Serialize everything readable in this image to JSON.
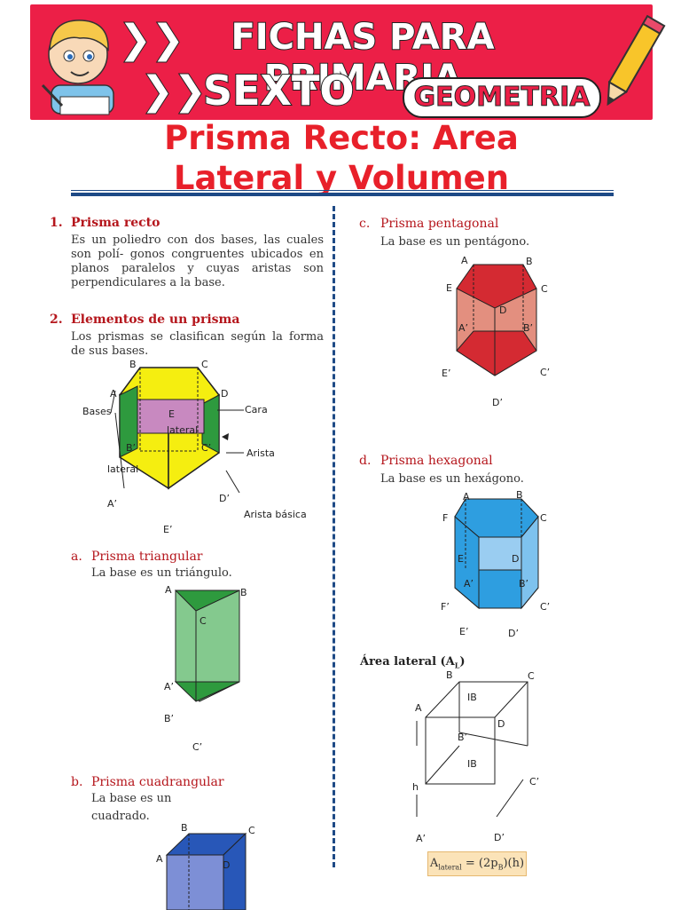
{
  "banner": {
    "line1": "FICHAS PARA PRIMARIA",
    "line2": "SEXTO",
    "tag": "GEOMETRIA",
    "chevrons": "❯❯"
  },
  "title": {
    "line1": "Prisma Recto: Area",
    "line2": "Lateral y Volumen"
  },
  "colors": {
    "banner": "#ec1f47",
    "title": "#e8202a",
    "rule": "#1e4a86",
    "heading": "#b5161c"
  },
  "left": {
    "s1": {
      "num": "1.",
      "heading": "Prisma recto",
      "text": "Es un poliedro con dos bases, las cuales son polí- gonos congruentes ubicados en planos paralelos y cuyas aristas son perpendiculares a la base."
    },
    "s2": {
      "num": "2.",
      "heading": "Elementos de un prisma",
      "text": "Los prismas se clasifican según la forma de sus bases.",
      "labels": {
        "B": "B",
        "C": "C",
        "A": "A",
        "D": "D",
        "E": "E",
        "Bp": "B’",
        "Cp": "C’",
        "Ap": "A’",
        "Dp": "D’",
        "Ep": "E’",
        "bases": "Bases",
        "cara": "Cara",
        "lateral_face": "lateral",
        "arista": "Arista",
        "lateral_edge": "lateral",
        "arista_basica": "Arista básica"
      }
    },
    "a": {
      "letter": "a.",
      "heading": "Prisma triangular",
      "text": "La base es un triángulo.",
      "labels": {
        "A": "A",
        "B": "B",
        "C": "C",
        "Ap": "A’",
        "Bp": "B’",
        "Cp": "C’"
      }
    },
    "b": {
      "letter": "b.",
      "heading": "Prisma cuadrangular",
      "text1": "La base es un",
      "text2": "cuadrado.",
      "labels": {
        "A": "A",
        "B": "B",
        "C": "C",
        "D": "D"
      }
    }
  },
  "right": {
    "c": {
      "letter": "c.",
      "heading": "Prisma pentagonal",
      "text": "La base es un pentágono.",
      "labels": {
        "A": "A",
        "B": "B",
        "C": "C",
        "D": "D",
        "E": "E",
        "Ap": "A’",
        "Bp": "B’",
        "Cp": "C’",
        "Dp": "D’",
        "Ep": "E’"
      }
    },
    "d": {
      "letter": "d.",
      "heading": "Prisma hexagonal",
      "text": "La base es un hexágono.",
      "labels": {
        "A": "A",
        "B": "B",
        "C": "C",
        "D": "D",
        "E": "E",
        "F": "F",
        "Ap": "A’",
        "Bp": "B’",
        "Cp": "C’",
        "Dp": "D’",
        "Ep": "E’",
        "Fp": "F’"
      }
    },
    "area": {
      "heading_pre": "Área lateral (A",
      "heading_sub": "L",
      "heading_post": ")",
      "labels": {
        "A": "A",
        "B": "B",
        "C": "C",
        "D": "D",
        "IB1": "IB",
        "IB2": "IB",
        "Bp": "B’",
        "Cp": "C’",
        "Ap": "A’",
        "Dp": "D’",
        "h": "h"
      },
      "formula_pre": "A",
      "formula_sub": "lateral",
      "formula_post": " = (2p",
      "formula_sub2": "B",
      "formula_end": ")(h)"
    }
  }
}
